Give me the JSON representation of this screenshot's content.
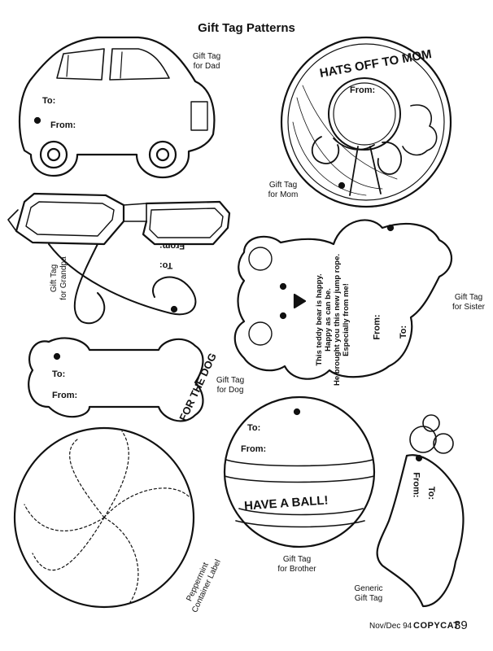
{
  "page": {
    "title": "Gift Tag Patterns"
  },
  "tags": {
    "dad": {
      "caption": "Gift Tag\nfor Dad",
      "to": "To:",
      "from": "From:"
    },
    "mom": {
      "caption": "Gift Tag\nfor Mom",
      "banner": "HATS OFF TO MOM",
      "from": "From:"
    },
    "grandpa": {
      "caption": "Gift Tag\nfor Grandpa",
      "to": "To:",
      "from": "From:"
    },
    "sister": {
      "caption": "Gift Tag\nfor Sister",
      "poem": [
        "This teddy bear is happy.",
        "Happy as can be.",
        "He brought you this new jump rope.",
        "Especially from me!"
      ],
      "to": "To:",
      "from": "From:"
    },
    "dog": {
      "caption": "Gift Tag\nfor Dog",
      "banner": "FOR THE DOG",
      "to": "To:",
      "from": "From:"
    },
    "brother": {
      "caption": "Gift Tag\nfor Brother",
      "banner": "HAVE A BALL!",
      "to": "To:",
      "from": "From:"
    },
    "peppermint": {
      "caption": "Peppermint\nContainer Label"
    },
    "generic": {
      "caption": "Generic\nGift Tag",
      "to": "To:",
      "from": "From:"
    }
  },
  "footer": {
    "issue": "Nov/Dec 94",
    "brand": "COPYCAT",
    "page_number": "39"
  }
}
